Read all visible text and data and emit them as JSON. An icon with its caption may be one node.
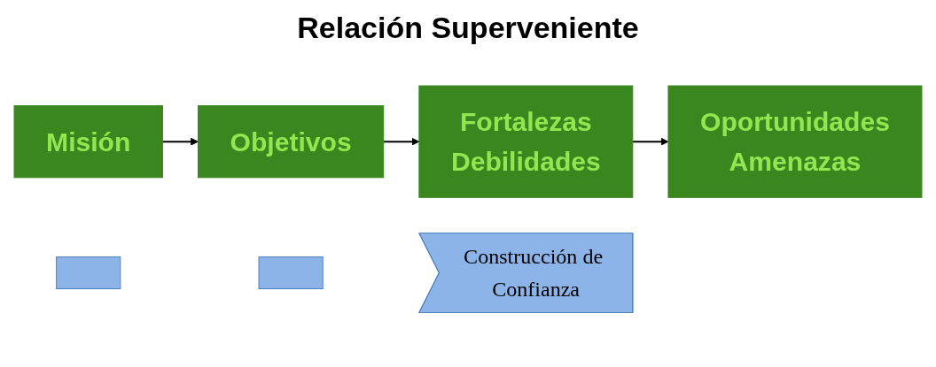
{
  "diagram": {
    "title": "Relación Superveniente",
    "nodes": [
      {
        "text": [
          "Misión"
        ]
      },
      {
        "text": [
          "Objetivos"
        ]
      },
      {
        "text": [
          "Fortalezas",
          "Debilidades"
        ]
      },
      {
        "text": [
          "Oportunidades",
          "Amenazas"
        ]
      },
      {
        "text": [],
        "shape": "box"
      },
      {
        "text": [],
        "shape": "box"
      },
      {
        "text": [
          "Construcción de Confianza"
        ]
      }
    ],
    "edges": [
      {
        "from": 0,
        "to": 1,
        "arrow": "to"
      },
      {
        "from": 1,
        "to": 2,
        "arrow": "to"
      },
      {
        "from": 2,
        "to": 3,
        "arrow": "to"
      }
    ]
  }
}
